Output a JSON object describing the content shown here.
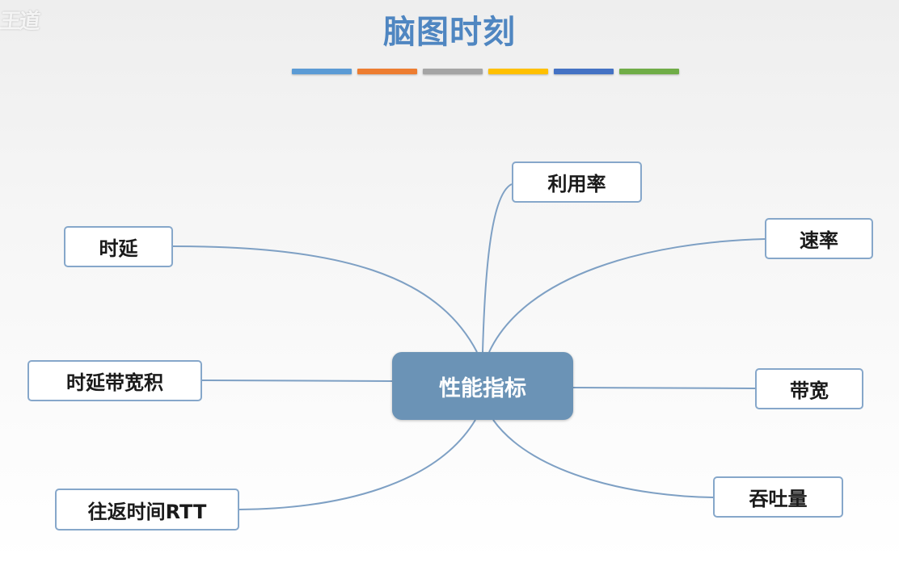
{
  "watermark": "王道",
  "title": "脑图时刻",
  "colors": {
    "title": "#4f86c1",
    "node_border": "#86a7ca",
    "center_fill": "#6b93b6",
    "link": "#7ea0c4"
  },
  "color_bars": [
    "#5b9bd5",
    "#ed7d31",
    "#a5a5a5",
    "#ffc000",
    "#4472c4",
    "#70ad47"
  ],
  "center": {
    "label": "性能指标"
  },
  "branches": {
    "utilization": "利用率",
    "rate": "速率",
    "delay": "时延",
    "bandwidth": "带宽",
    "delay_bandwidth_product": "时延带宽积",
    "throughput": "吞吐量",
    "rtt": "往返时间RTT"
  }
}
